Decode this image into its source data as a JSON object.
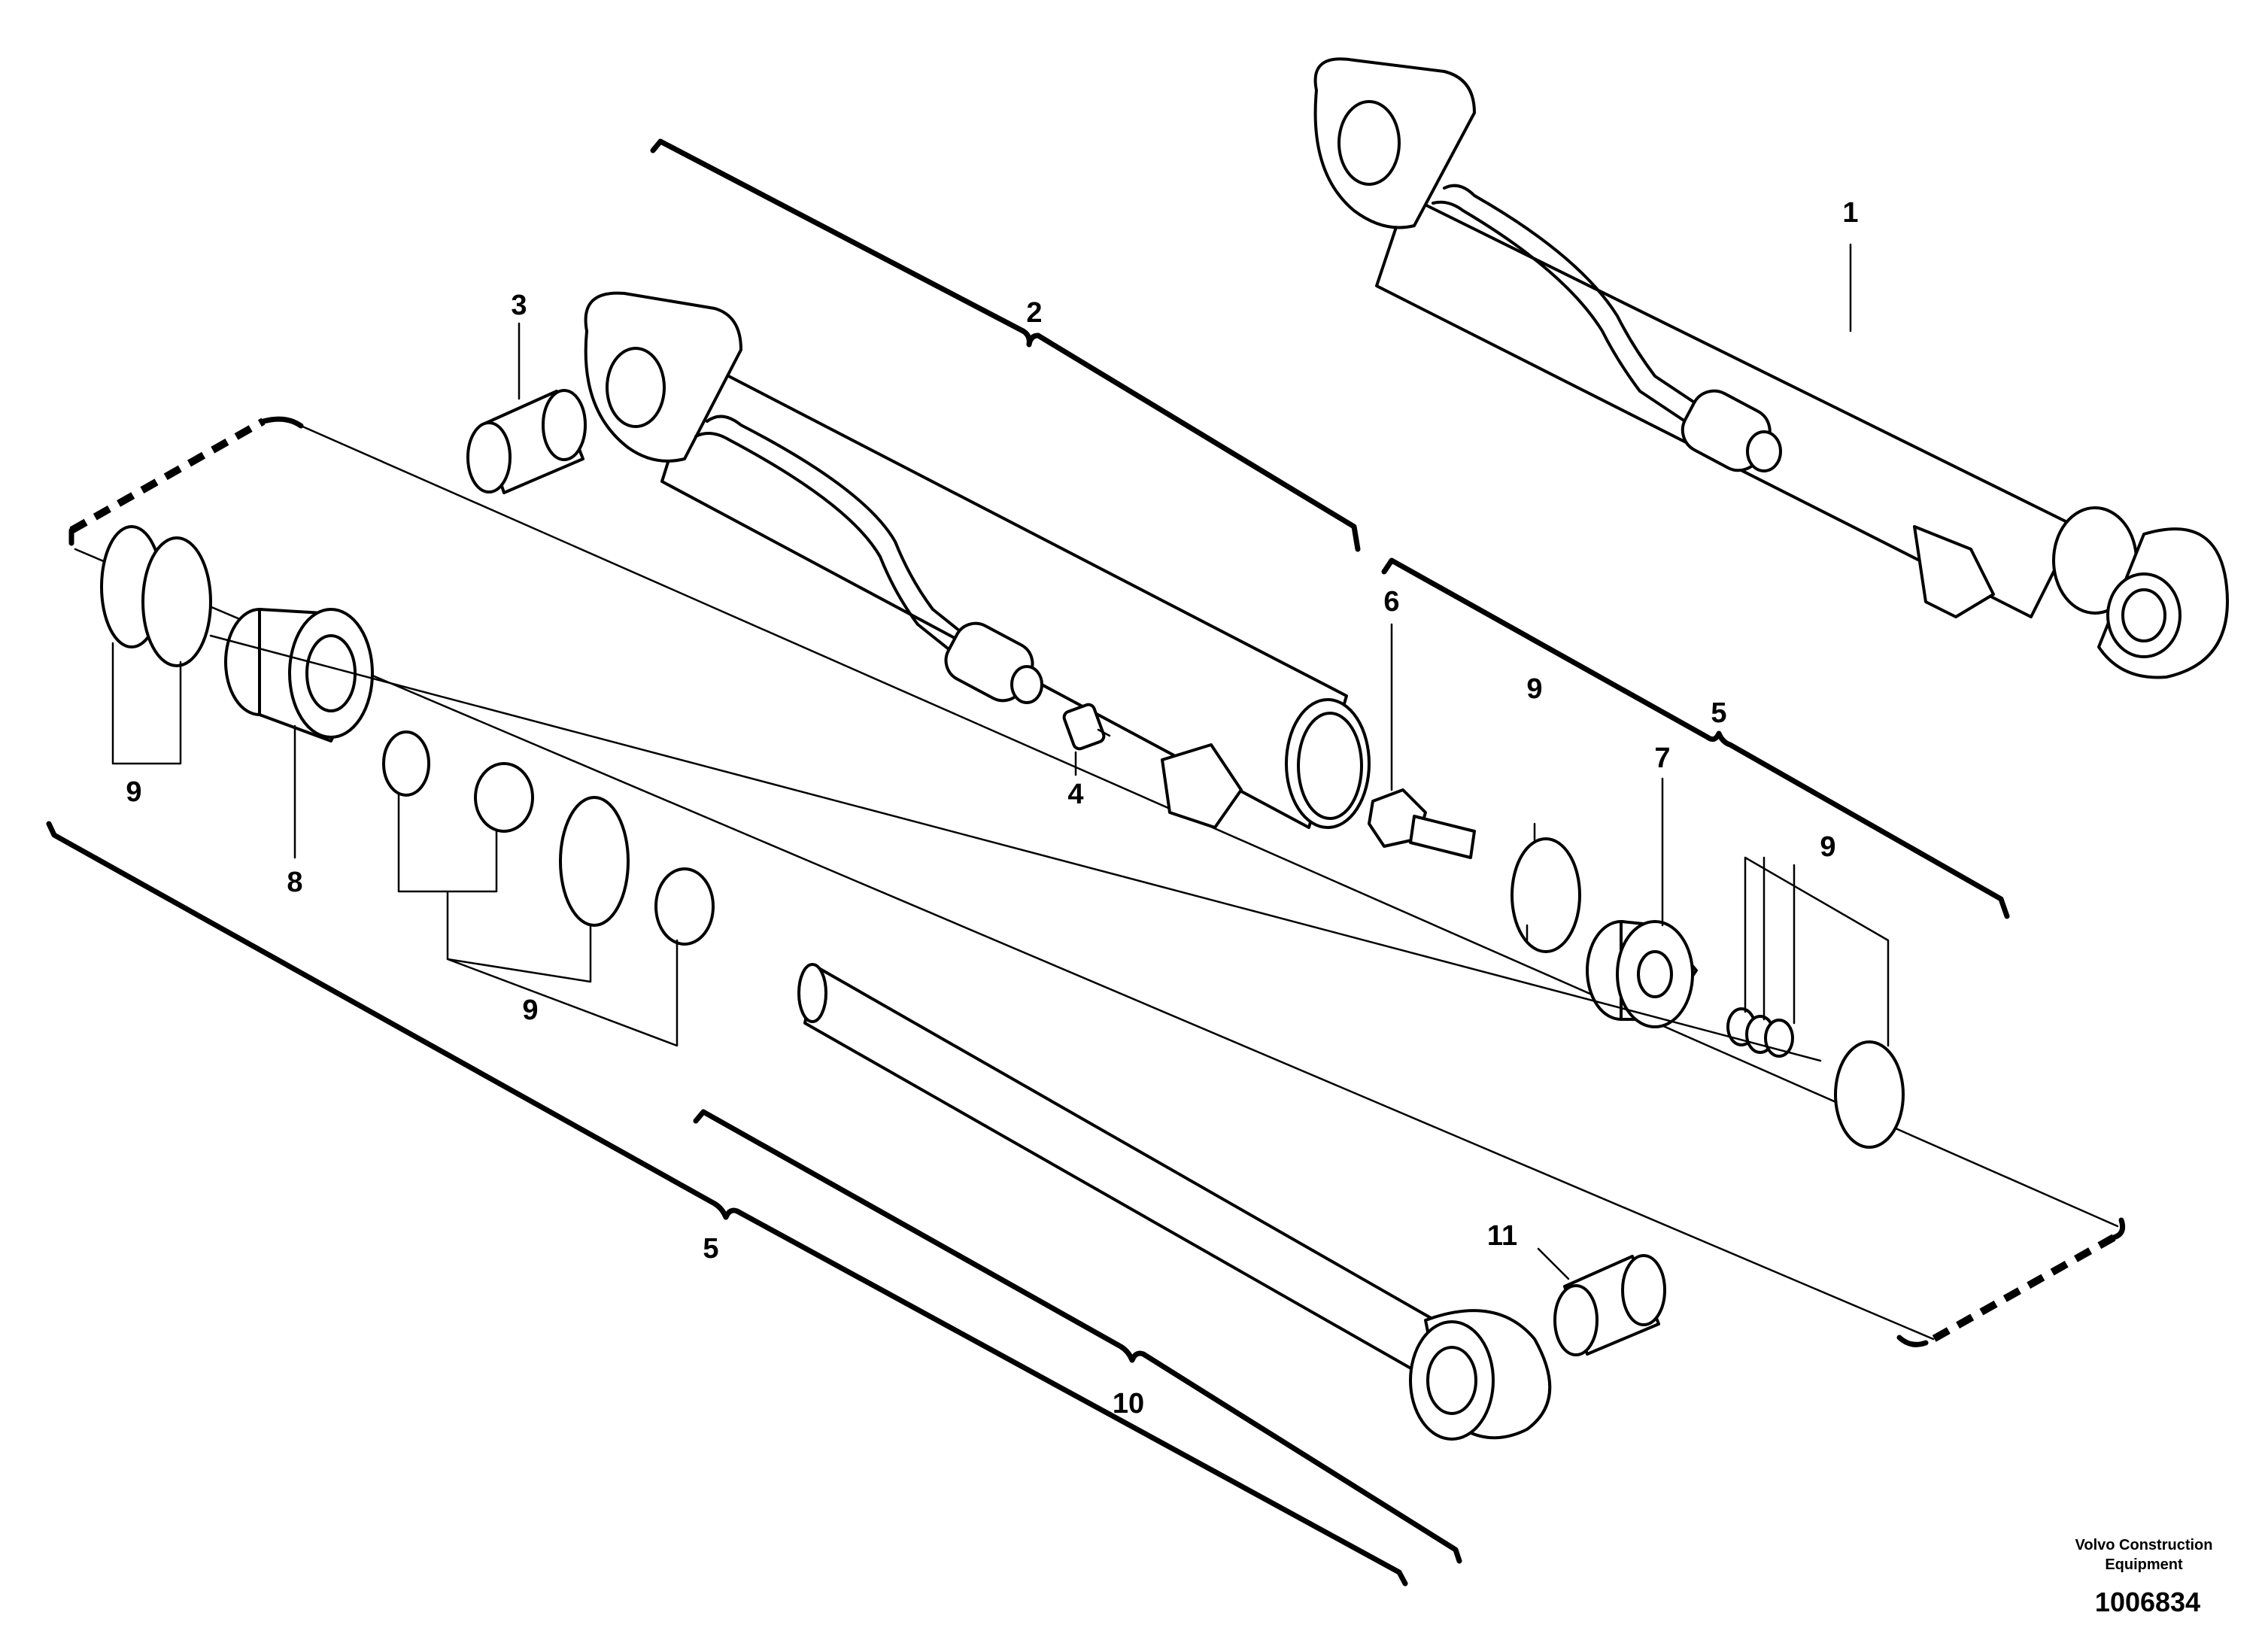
{
  "callouts": {
    "c1": "1",
    "c2": "2",
    "c3": "3",
    "c4": "4",
    "c5_right": "5",
    "c5_left": "5",
    "c6": "6",
    "c7": "7",
    "c8": "8",
    "c9_topleft": "9",
    "c9_mid": "9",
    "c9_right_a": "9",
    "c9_right_b": "9",
    "c10": "10",
    "c11": "11"
  },
  "footer": {
    "brand_line1": "Volvo Construction",
    "brand_line2": "Equipment",
    "document_id": "1006834"
  }
}
